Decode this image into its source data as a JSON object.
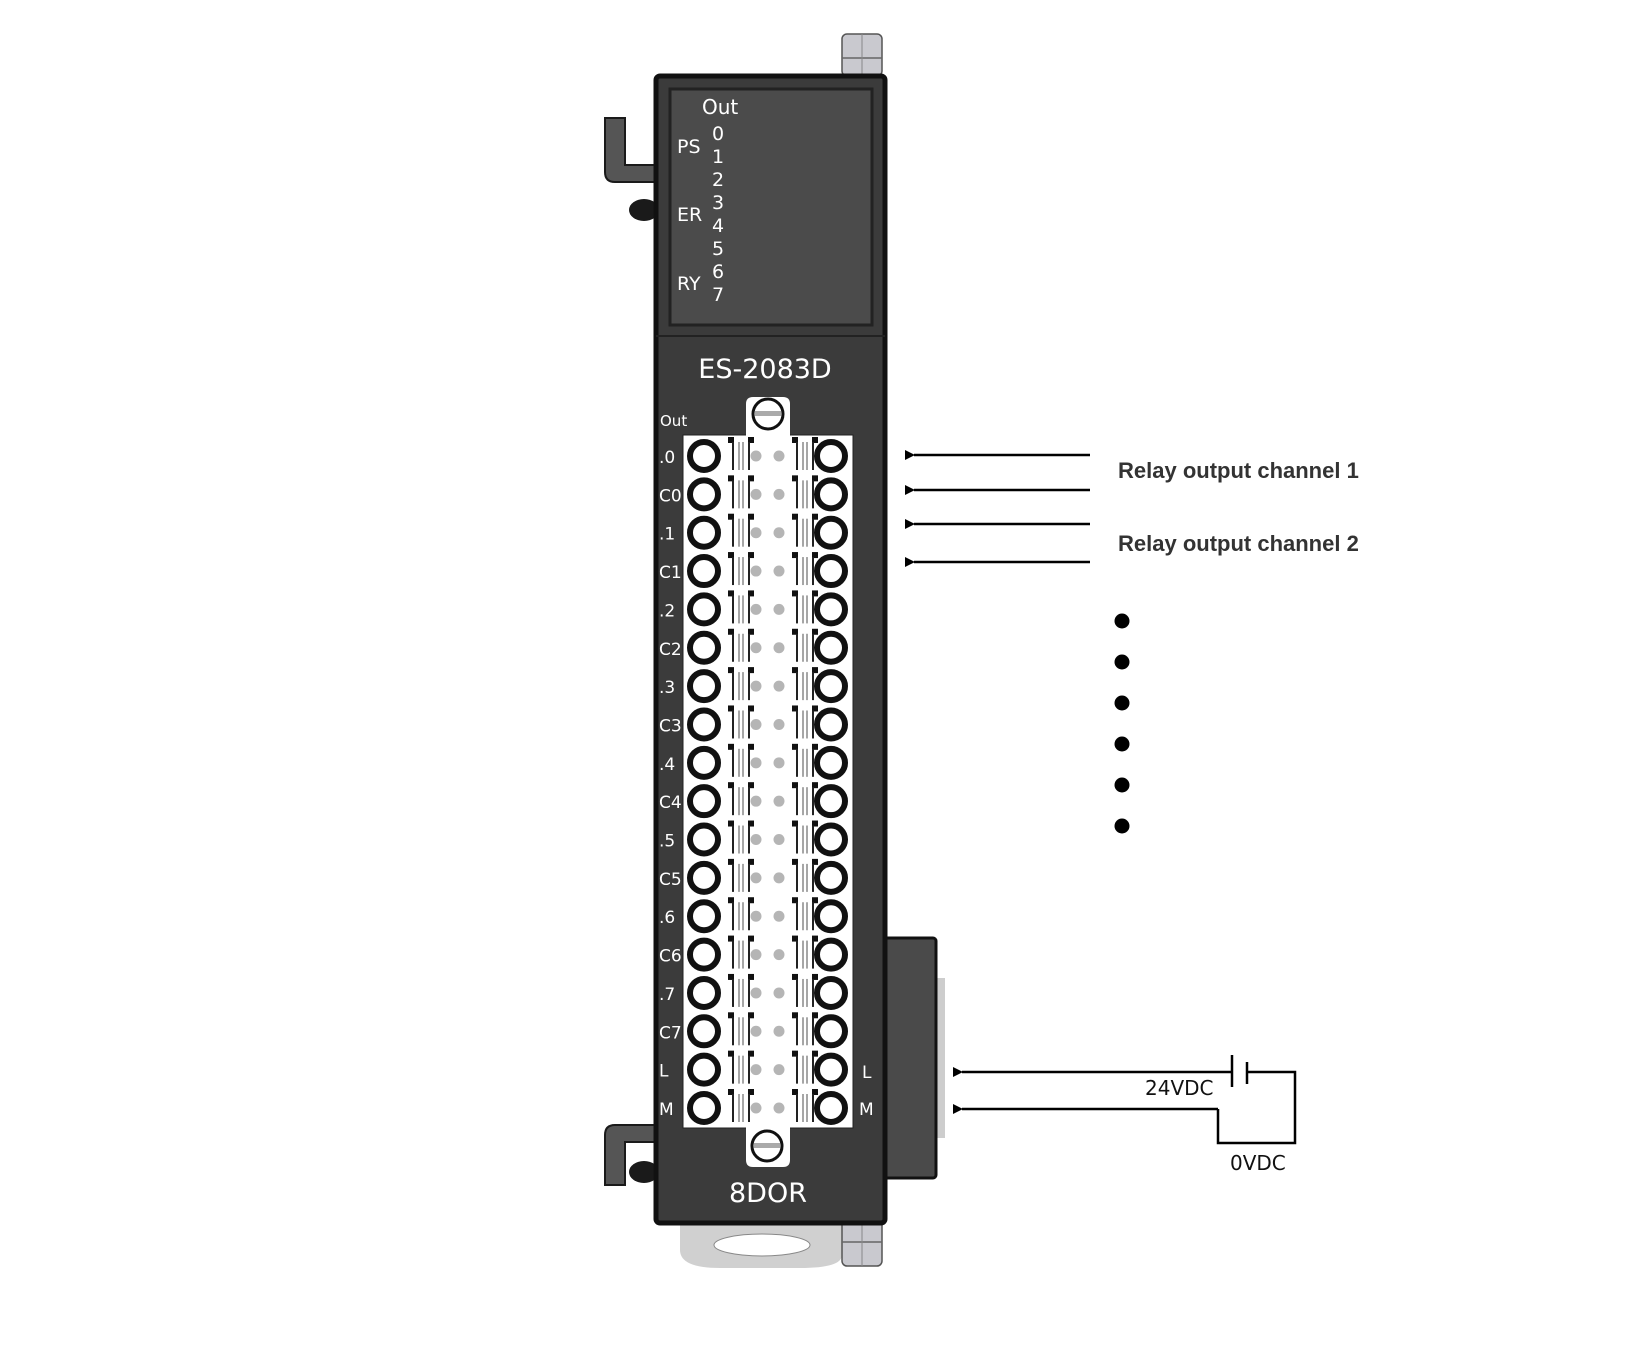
{
  "module": {
    "model": "ES-2083D",
    "type_label": "8DOR",
    "led_panel": {
      "out_header": "Out",
      "status_leds": [
        "PS",
        "ER",
        "RY"
      ],
      "output_leds": [
        "0",
        "1",
        "2",
        "3",
        "4",
        "5",
        "6",
        "7"
      ]
    },
    "terminal_block": {
      "header": "Out",
      "left_labels": [
        ".0",
        "C0",
        ".1",
        "C1",
        ".2",
        "C2",
        ".3",
        "C3",
        ".4",
        "C4",
        ".5",
        "C5",
        ".6",
        "C6",
        ".7",
        "C7",
        "L",
        "M"
      ],
      "right_labels": [
        "L",
        "M"
      ]
    }
  },
  "annotations": {
    "channels": [
      {
        "label": "Relay output channel 1"
      },
      {
        "label": "Relay output channel 2"
      }
    ],
    "continuation_dots": 6,
    "power": {
      "positive_label": "24VDC",
      "negative_label": "0VDC"
    }
  },
  "colors": {
    "body": "#3b3b3b",
    "body_edge": "#111111",
    "panel": "#4b4b4b",
    "terminal_bg": "#ffffff",
    "screw_ring": "#111111",
    "led_dot": "#b5b5b5",
    "text_light": "#ffffff",
    "annotation_text": "#333333",
    "line": "#000000"
  }
}
